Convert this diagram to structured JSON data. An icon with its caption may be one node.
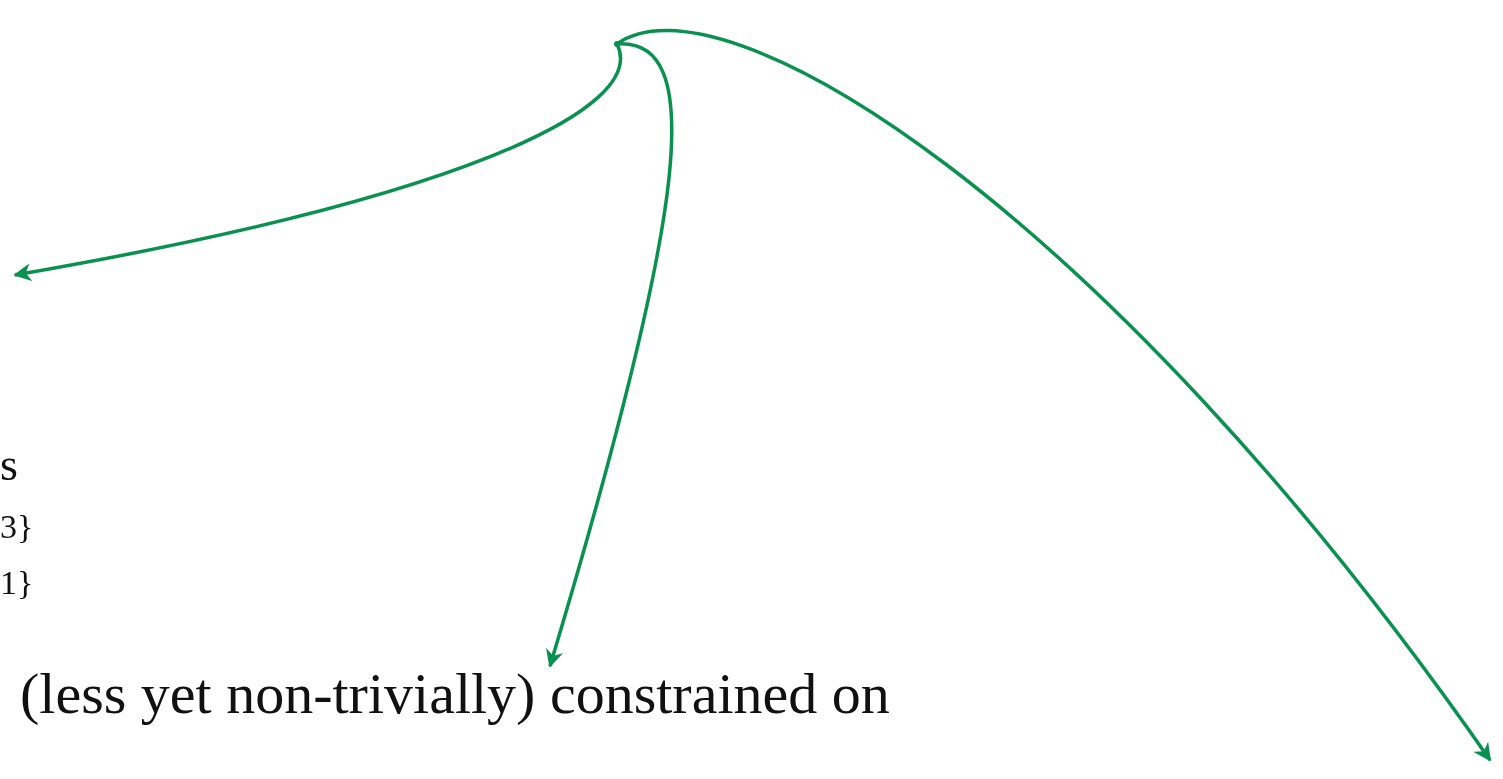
{
  "diagram": {
    "nodes": [
      {
        "text": [
          "(less yet non-trivially) constrained on"
        ]
      },
      {
        "text": [],
        "shape": "point"
      }
    ],
    "edges": [
      {
        "from": 1,
        "to": null,
        "arrow": "to"
      },
      {
        "from": 1,
        "to": 0,
        "arrow": "to"
      },
      {
        "from": 1,
        "to": null,
        "arrow": "to"
      }
    ],
    "labels": [
      "s",
      "3}",
      "1}"
    ]
  }
}
